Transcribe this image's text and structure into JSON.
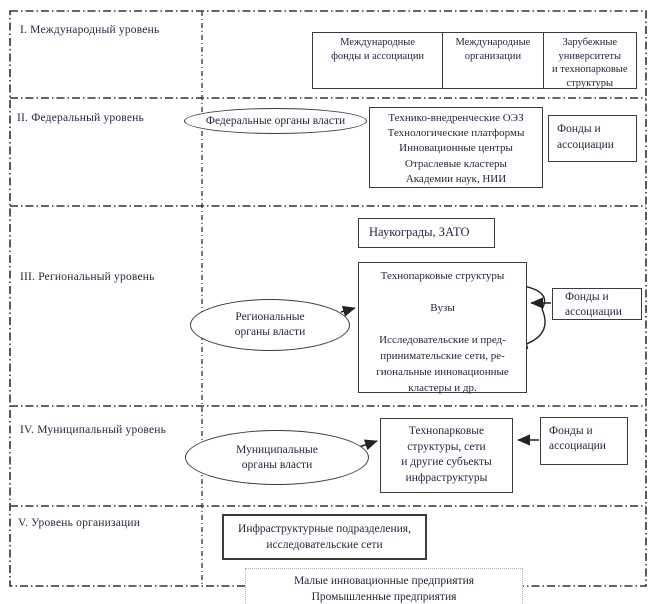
{
  "colors": {
    "text": "#26263f",
    "box_border": "#3c3c3c",
    "dash_line": "#333333",
    "enterprise_border": "#b0b0b0"
  },
  "levels": {
    "international": "I. Международный уровень",
    "federal": "II. Федеральный уровень",
    "regional": "III. Региональный уровень",
    "municipal": "IV. Муниципальный уровень",
    "organization": "V. Уровень организации"
  },
  "international": {
    "cell1": "Международные\nфонды и ассоциации",
    "cell2": "Международные\nорганизации",
    "cell3": "Зарубежные\nуниверситеты\nи технопарковые\nструктуры"
  },
  "federal": {
    "authority": "Федеральные органы власти",
    "infrastructure": "Технико-внедренческие ОЭЗ\nТехнологические платформы\nИнновационные центры\nОтраслевые кластеры\nАкадемии наук, НИИ",
    "funds": "Фонды и\nассоциации"
  },
  "regional": {
    "science_cities": "Наукограды, ЗАТО",
    "authority": "Региональные\nорганы власти",
    "infrastructure": "Технопарковые структуры\n\nВузы\n\nИсследовательские и пред-\nпринимательские сети, ре-\nгиональные инновационные\nкластеры и др.",
    "funds": "Фонды и\nассоциации"
  },
  "municipal": {
    "authority": "Муниципальные\nорганы власти",
    "infrastructure": "Технопарковые\nструктуры, сети\nи другие субъекты\nинфраструктуры",
    "funds": "Фонды и\nассоциации"
  },
  "organization": {
    "units": "Инфраструктурные подразделения,\nисследовательские сети",
    "enterprises": "Малые инновационные предприятия\nПромышленные предприятия"
  }
}
